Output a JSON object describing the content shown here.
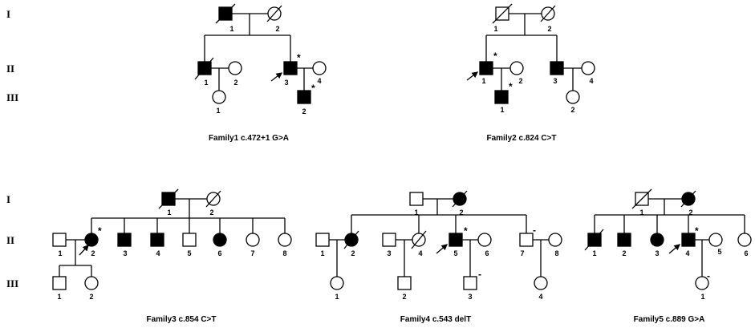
{
  "generation_labels": [
    "I",
    "II",
    "III"
  ],
  "star": "*",
  "dash": "-",
  "captions": {
    "family1": "Family1 c.472+1 G>A",
    "family2": "Family2 c.824 C>T",
    "family3": "Family3 c.854 C>T",
    "family4": "Family4 c.543 delT",
    "family5": "Family5 c.889 G>A"
  },
  "colors": {
    "ink": "#000000",
    "background": "#ffffff"
  }
}
